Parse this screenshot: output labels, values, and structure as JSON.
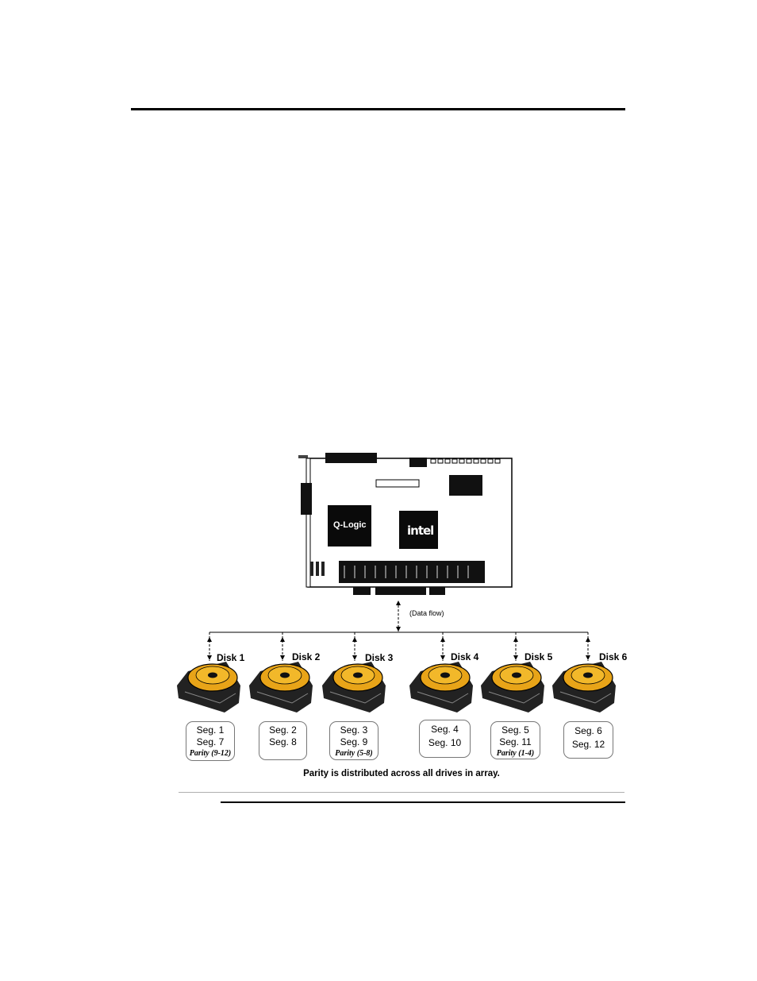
{
  "chips": {
    "qlogic": "Q-Logic",
    "intel": "intel"
  },
  "dataflow_label": "(Data flow)",
  "disks": [
    {
      "label": "Disk 1",
      "segs": [
        "Seg. 1",
        "Seg. 7"
      ],
      "parity": "Parity (9-12)"
    },
    {
      "label": "Disk 2",
      "segs": [
        "Seg. 2",
        "Seg. 8"
      ],
      "parity": ""
    },
    {
      "label": "Disk 3",
      "segs": [
        "Seg. 3",
        "Seg. 9"
      ],
      "parity": "Parity (5-8)"
    },
    {
      "label": "Disk 4",
      "segs": [
        "Seg. 4",
        "Seg. 10"
      ],
      "parity": ""
    },
    {
      "label": "Disk 5",
      "segs": [
        "Seg. 5",
        "Seg. 11"
      ],
      "parity": "Parity (1-4)"
    },
    {
      "label": "Disk 6",
      "segs": [
        "Seg. 6",
        "Seg. 12"
      ],
      "parity": ""
    }
  ],
  "caption": "Parity is distributed across all drives in array."
}
